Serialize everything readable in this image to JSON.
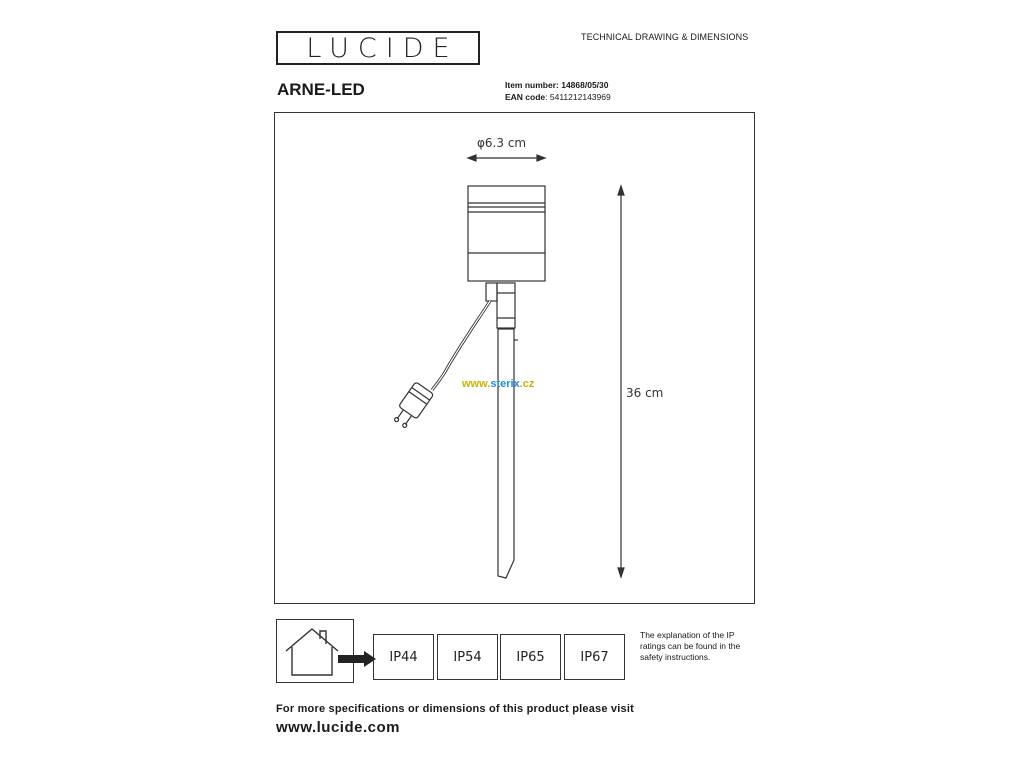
{
  "header": {
    "logo_text": "LUCIDE",
    "doc_title": "TECHNICAL DRAWING & DIMENSIONS"
  },
  "product": {
    "name": "ARNE-LED",
    "item_number_label": "Item number:",
    "item_number": "14868/05/30",
    "ean_label": "EAN code",
    "ean_value": ": 5411212143969"
  },
  "drawing": {
    "diameter_label": "φ6.3 cm",
    "height_label": "36 cm",
    "watermark_prefix": "www.",
    "watermark_main": "sterix",
    "watermark_suffix": ".cz"
  },
  "ip_ratings": {
    "items": [
      "IP44",
      "IP54",
      "IP65",
      "IP67"
    ],
    "note": "The explanation of the IP ratings can be found in the safety instructions."
  },
  "footer": {
    "more_text": "For more specifications or dimensions of this product please visit",
    "website": "www.lucide.com"
  },
  "colors": {
    "line": "#333333",
    "watermark_yellow": "#c8b400",
    "watermark_blue": "#1f8fd6"
  }
}
